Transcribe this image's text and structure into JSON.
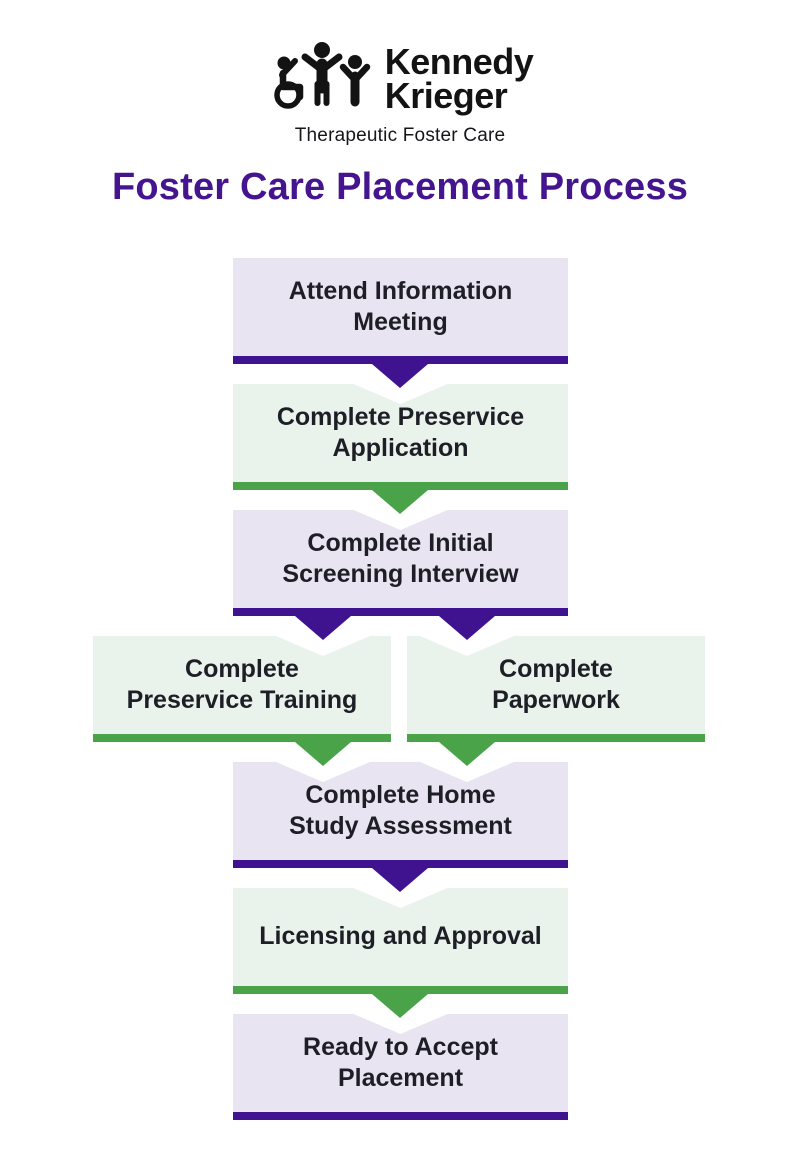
{
  "logo": {
    "brand_line1": "Kennedy",
    "brand_line2": "Krieger",
    "subtitle": "Therapeutic Foster Care"
  },
  "title": "Foster Care Placement Process",
  "colors": {
    "title_purple": "#45148f",
    "purple": "#3f1290",
    "green": "#4aa349",
    "lavender_box": "#e9e4f2",
    "green_box": "#eaf3eb",
    "text_dark": "#1e1e26",
    "logo_black": "#131313"
  },
  "flowchart": {
    "steps": [
      {
        "label": "Attend Information Meeting",
        "lines": [
          "Attend Information",
          "Meeting"
        ],
        "theme": "purple"
      },
      {
        "label": "Complete Preservice Application",
        "lines": [
          "Complete Preservice",
          "Application"
        ],
        "theme": "green"
      },
      {
        "label": "Complete Initial Screening Interview",
        "lines": [
          "Complete Initial",
          "Screening Interview"
        ],
        "theme": "purple"
      },
      {
        "label": "Complete Preservice Training",
        "lines": [
          "Complete",
          "Preservice Training"
        ],
        "theme": "green"
      },
      {
        "label": "Complete Paperwork",
        "lines": [
          "Complete",
          "Paperwork"
        ],
        "theme": "green"
      },
      {
        "label": "Complete Home Study Assessment",
        "lines": [
          "Complete Home",
          "Study Assessment"
        ],
        "theme": "purple"
      },
      {
        "label": "Licensing and Approval",
        "lines": [
          "Licensing and Approval"
        ],
        "theme": "green"
      },
      {
        "label": "Ready to Accept Placement",
        "lines": [
          "Ready to Accept",
          "Placement"
        ],
        "theme": "purple"
      }
    ]
  }
}
